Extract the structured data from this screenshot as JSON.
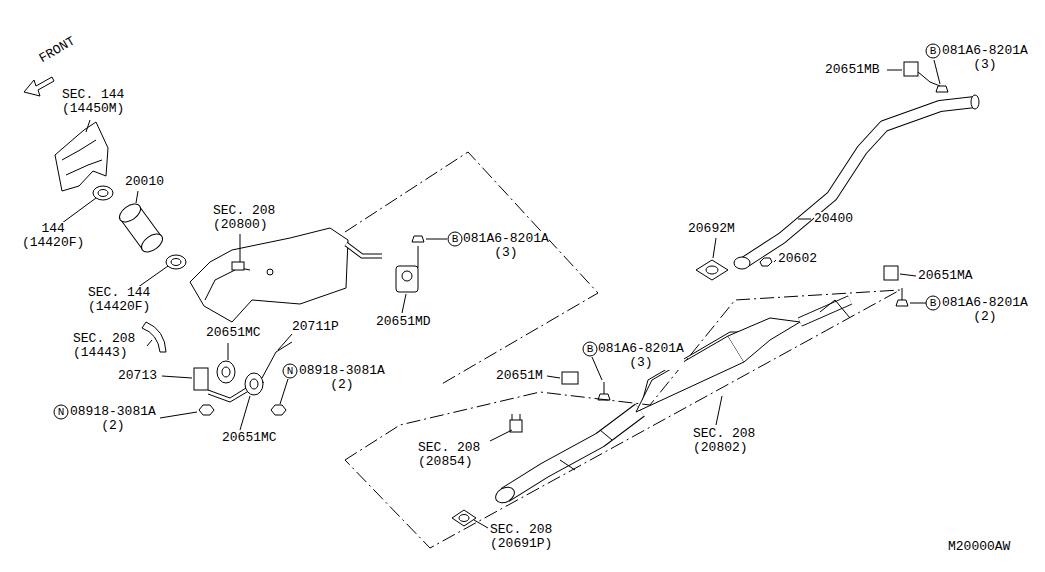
{
  "diagram": {
    "labels": [
      "FRONT",
      "SEC. 144 (14450M)",
      "20010",
      "144 (14420F)",
      "SEC. 208 (20800)",
      "SEC. 144 (14420F)",
      "SEC. 208 (14443)",
      "20651MC",
      "20711P",
      "20713",
      "N",
      "08918-3081A (2)",
      "N",
      "08918-3081A (2)",
      "20651MC",
      "B",
      "081A6-8201A (3)",
      "20651MD",
      "20651MB",
      "B",
      "081A6-8201A (3)",
      "20400",
      "20692M",
      "20602",
      "20651MA",
      "B",
      "081A6-8201A (2)",
      "B",
      "081A6-8201A (3)",
      "20651M",
      "SEC. 208 (20854)",
      "SEC. 208 (20802)",
      "SEC. 208 (20691P)",
      "M20000AW"
    ]
  }
}
